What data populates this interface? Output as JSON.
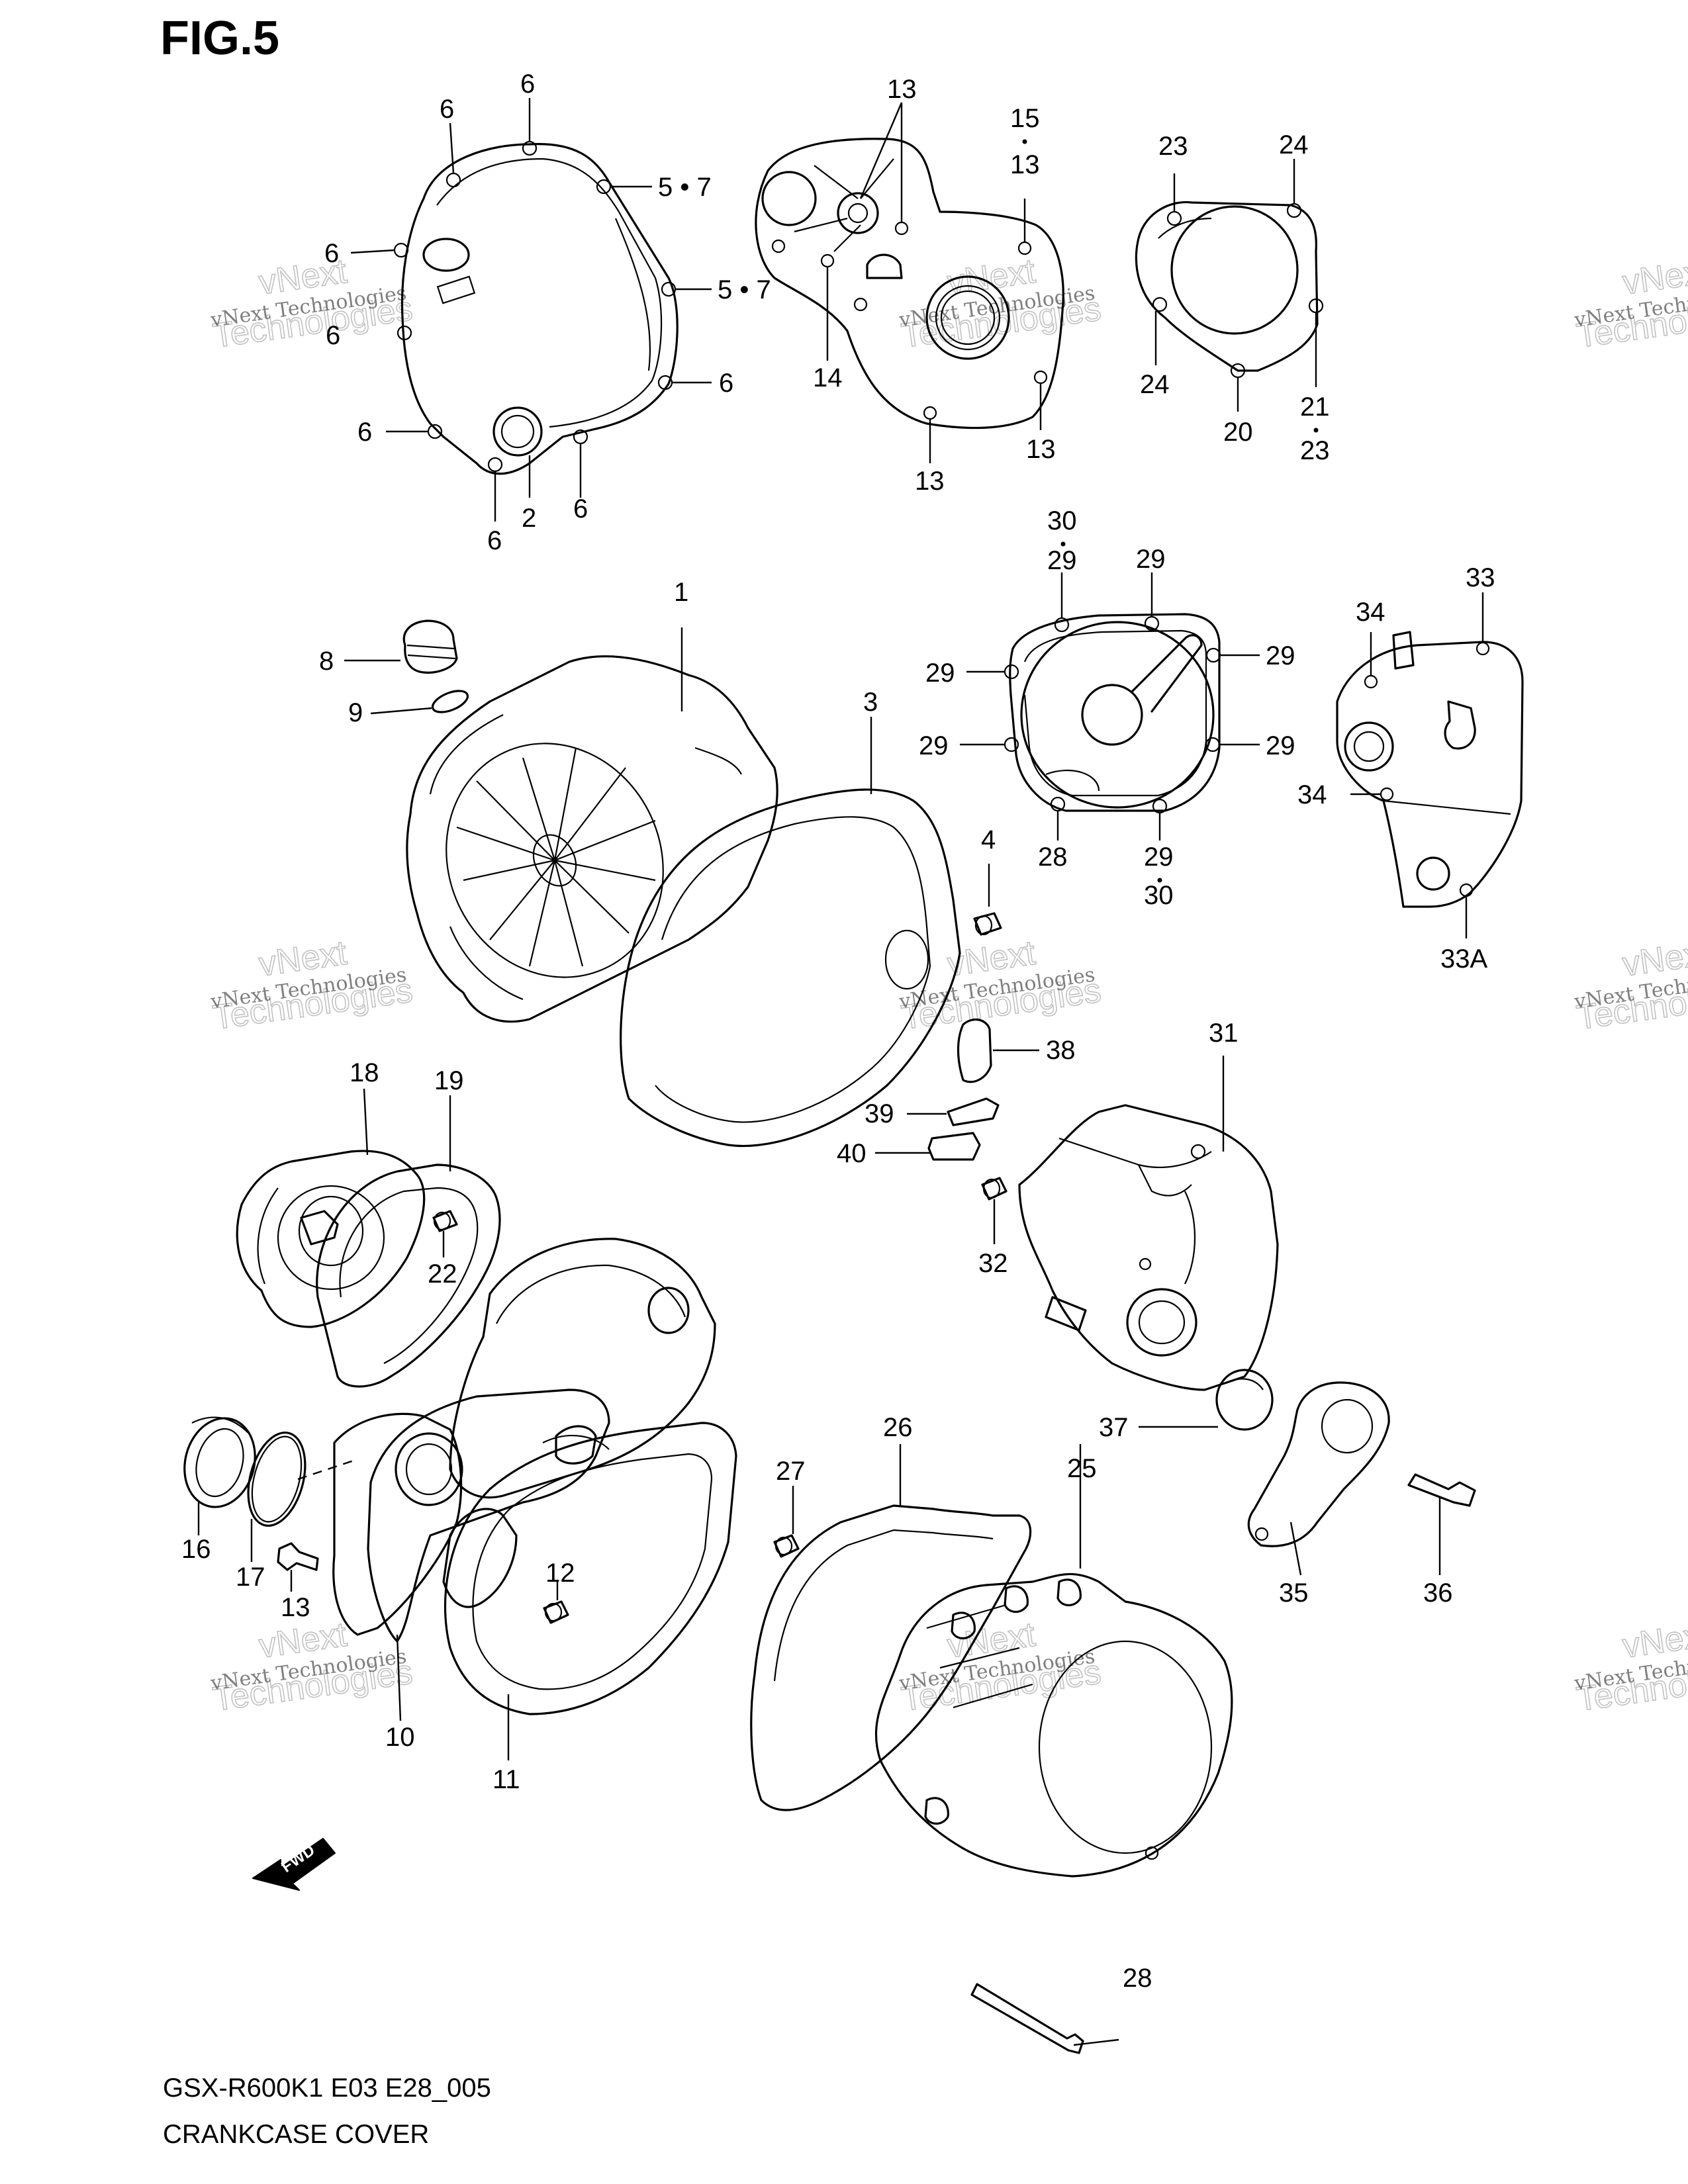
{
  "figure": {
    "title": "FIG.5",
    "code": "GSX-R600K1 E03 E28_005",
    "name": "CRANKCASE COVER"
  },
  "watermark": {
    "small": "vNext Technologies",
    "line1": "vNext",
    "line2": "Technologies"
  },
  "fwd_label": "FWD",
  "callouts": [
    "1",
    "2",
    "3",
    "4",
    "5 • 7",
    "6",
    "8",
    "9",
    "10",
    "11",
    "12",
    "13",
    "14",
    "15",
    "16",
    "17",
    "18",
    "19",
    "20",
    "21",
    "22",
    "23",
    "24",
    "25",
    "26",
    "27",
    "28",
    "29",
    "30",
    "31",
    "32",
    "33",
    "33A",
    "34",
    "35",
    "36",
    "37",
    "38",
    "39",
    "40"
  ]
}
